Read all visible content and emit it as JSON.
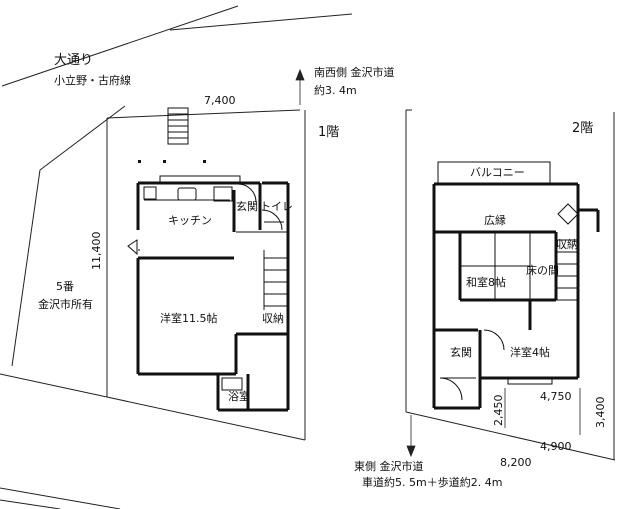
{
  "site": {
    "main_street": "大通り",
    "street_name": "小立野・古府線",
    "southwest_road": "南西側 金沢市道",
    "southwest_road_width": "約3. 4m",
    "east_road": "東側 金沢市道",
    "east_road_width": "車道約5. 5m＋歩道約2. 4m",
    "neighbor_lot": "5番",
    "neighbor_owner": "金沢市所有"
  },
  "dimensions": {
    "top_width": "7,400",
    "left_depth": "11,400",
    "bottom_width": "8,200",
    "d_4900": "4,900",
    "d_4750": "4,750",
    "d_2450": "2,450",
    "d_3400": "3,400"
  },
  "floor1": {
    "label": "1階",
    "rooms": {
      "kitchen": "キッチン",
      "entrance": "玄関",
      "toilet": "トイレ",
      "western_room": "洋室11.5帖",
      "storage": "収納",
      "bath": "浴室"
    }
  },
  "floor2": {
    "label": "2階",
    "rooms": {
      "balcony": "バルコニー",
      "corridor": "広縁",
      "japanese_room": "和室8帖",
      "tokonoma": "床の間",
      "storage": "収納",
      "entrance": "玄関",
      "western_room": "洋室4帖"
    }
  }
}
